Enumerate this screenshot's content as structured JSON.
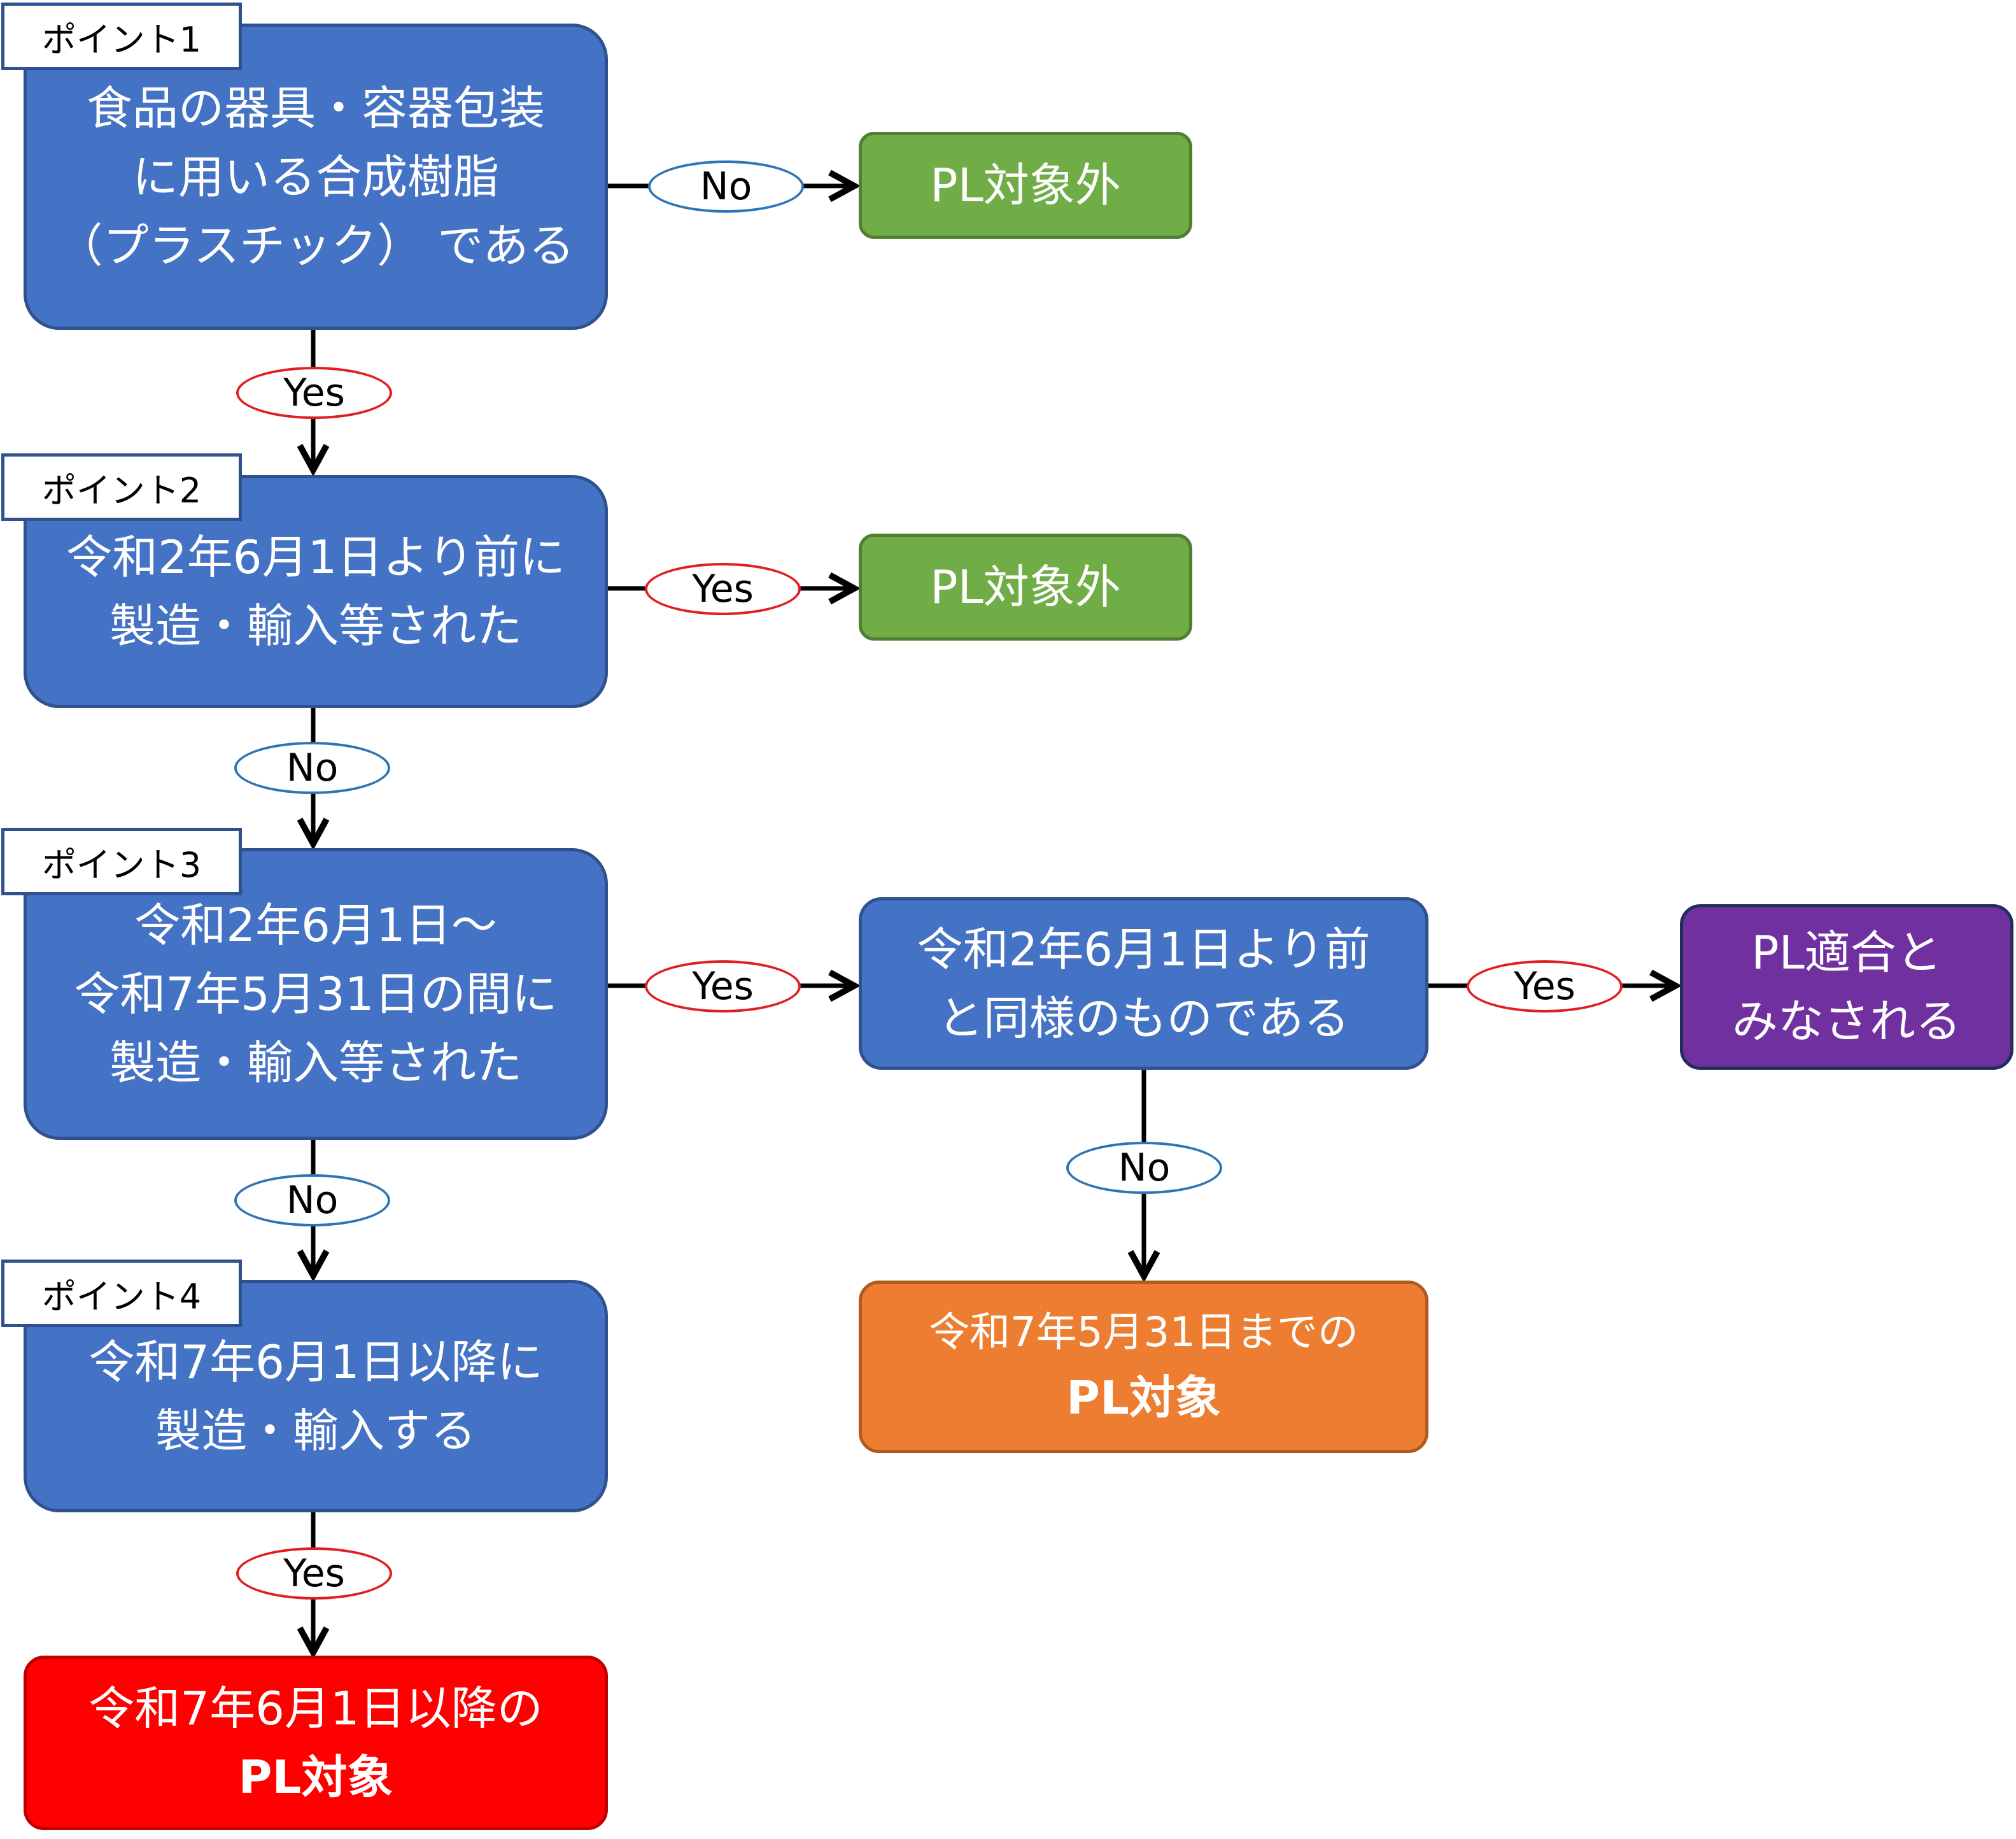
{
  "colors": {
    "question_fill": "#4472c4",
    "excluded_fill": "#70ad47",
    "deemed_fill": "#7030a0",
    "interim_fill": "#ed7d31",
    "target_fill": "#ff0000",
    "yes_outline": "#e02020",
    "no_outline": "#2e75b6"
  },
  "points": {
    "p1": {
      "tag": "ポイント1",
      "lines": [
        "食品の器具・容器包装",
        "に用いる合成樹脂",
        "（プラスチック） である"
      ]
    },
    "p2": {
      "tag": "ポイント2",
      "lines": [
        "令和2年6月1日より前に",
        "製造・輸入等された"
      ]
    },
    "p3": {
      "tag": "ポイント3",
      "lines": [
        "令和2年6月1日～",
        "令和7年5月31日の間に",
        "製造・輸入等された"
      ]
    },
    "p4": {
      "tag": "ポイント4",
      "lines": [
        "令和7年6月1日以降に",
        "製造・輸入する"
      ]
    }
  },
  "sub_question": {
    "lines": [
      "令和2年6月1日より前",
      "と同様のものである"
    ]
  },
  "outcomes": {
    "excluded_1": "PL対象外",
    "excluded_2": "PL対象外",
    "deemed": [
      "PL適合と",
      "みなされる"
    ],
    "interim": [
      "令和7年5月31日までの",
      "PL対象"
    ],
    "final": [
      "令和7年6月1日以降の",
      "PL対象"
    ]
  },
  "labels": {
    "p1_right": "No",
    "p1_down": "Yes",
    "p2_right": "Yes",
    "p2_down": "No",
    "p3_right": "Yes",
    "p3_down": "No",
    "sub_right": "Yes",
    "sub_down": "No",
    "p4_down": "Yes"
  }
}
